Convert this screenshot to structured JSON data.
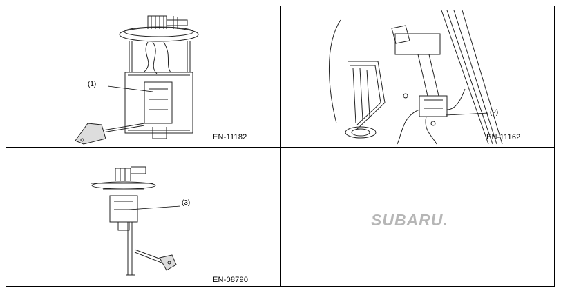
{
  "figures": [
    {
      "code": "EN-11182",
      "callout": "(1)"
    },
    {
      "code": "EN-11162",
      "callout": "(2)"
    },
    {
      "code": "EN-08790",
      "callout": "(3)"
    }
  ],
  "logo": {
    "text": "SUBARU."
  }
}
